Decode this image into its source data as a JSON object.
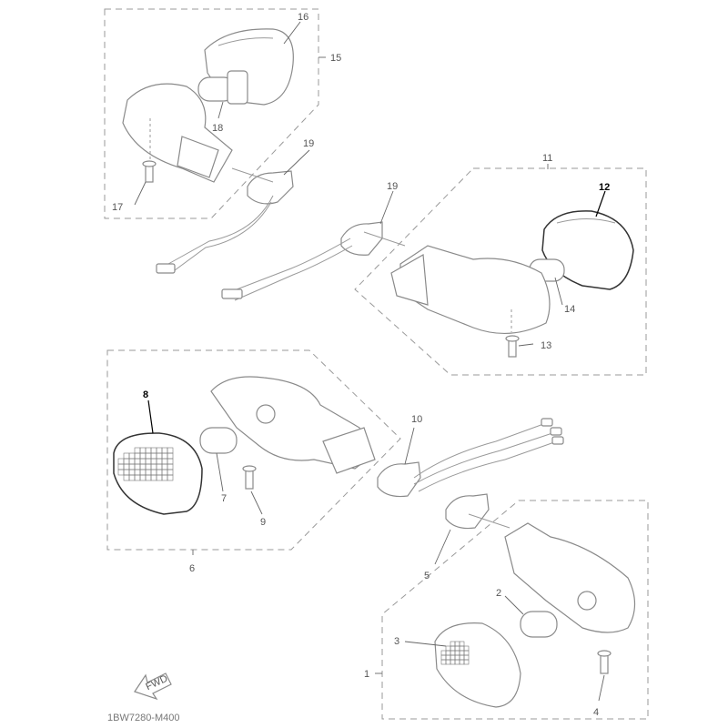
{
  "callouts": {
    "c1": "1",
    "c2": "2",
    "c3": "3",
    "c4": "4",
    "c5": "5",
    "c6": "6",
    "c7": "7",
    "c8": "8",
    "c9": "9",
    "c10": "10",
    "c11": "11",
    "c12": "12",
    "c13": "13",
    "c14": "14",
    "c15": "15",
    "c16": "16",
    "c17": "17",
    "c18": "18",
    "c19a": "19",
    "c19b": "19"
  },
  "fwd_label": "FWD",
  "diagram_code": "1BW7280-M400",
  "colors": {
    "line": "#8a8a8a",
    "highlight": "#333333",
    "dashed": "#999999",
    "text": "#555555"
  }
}
